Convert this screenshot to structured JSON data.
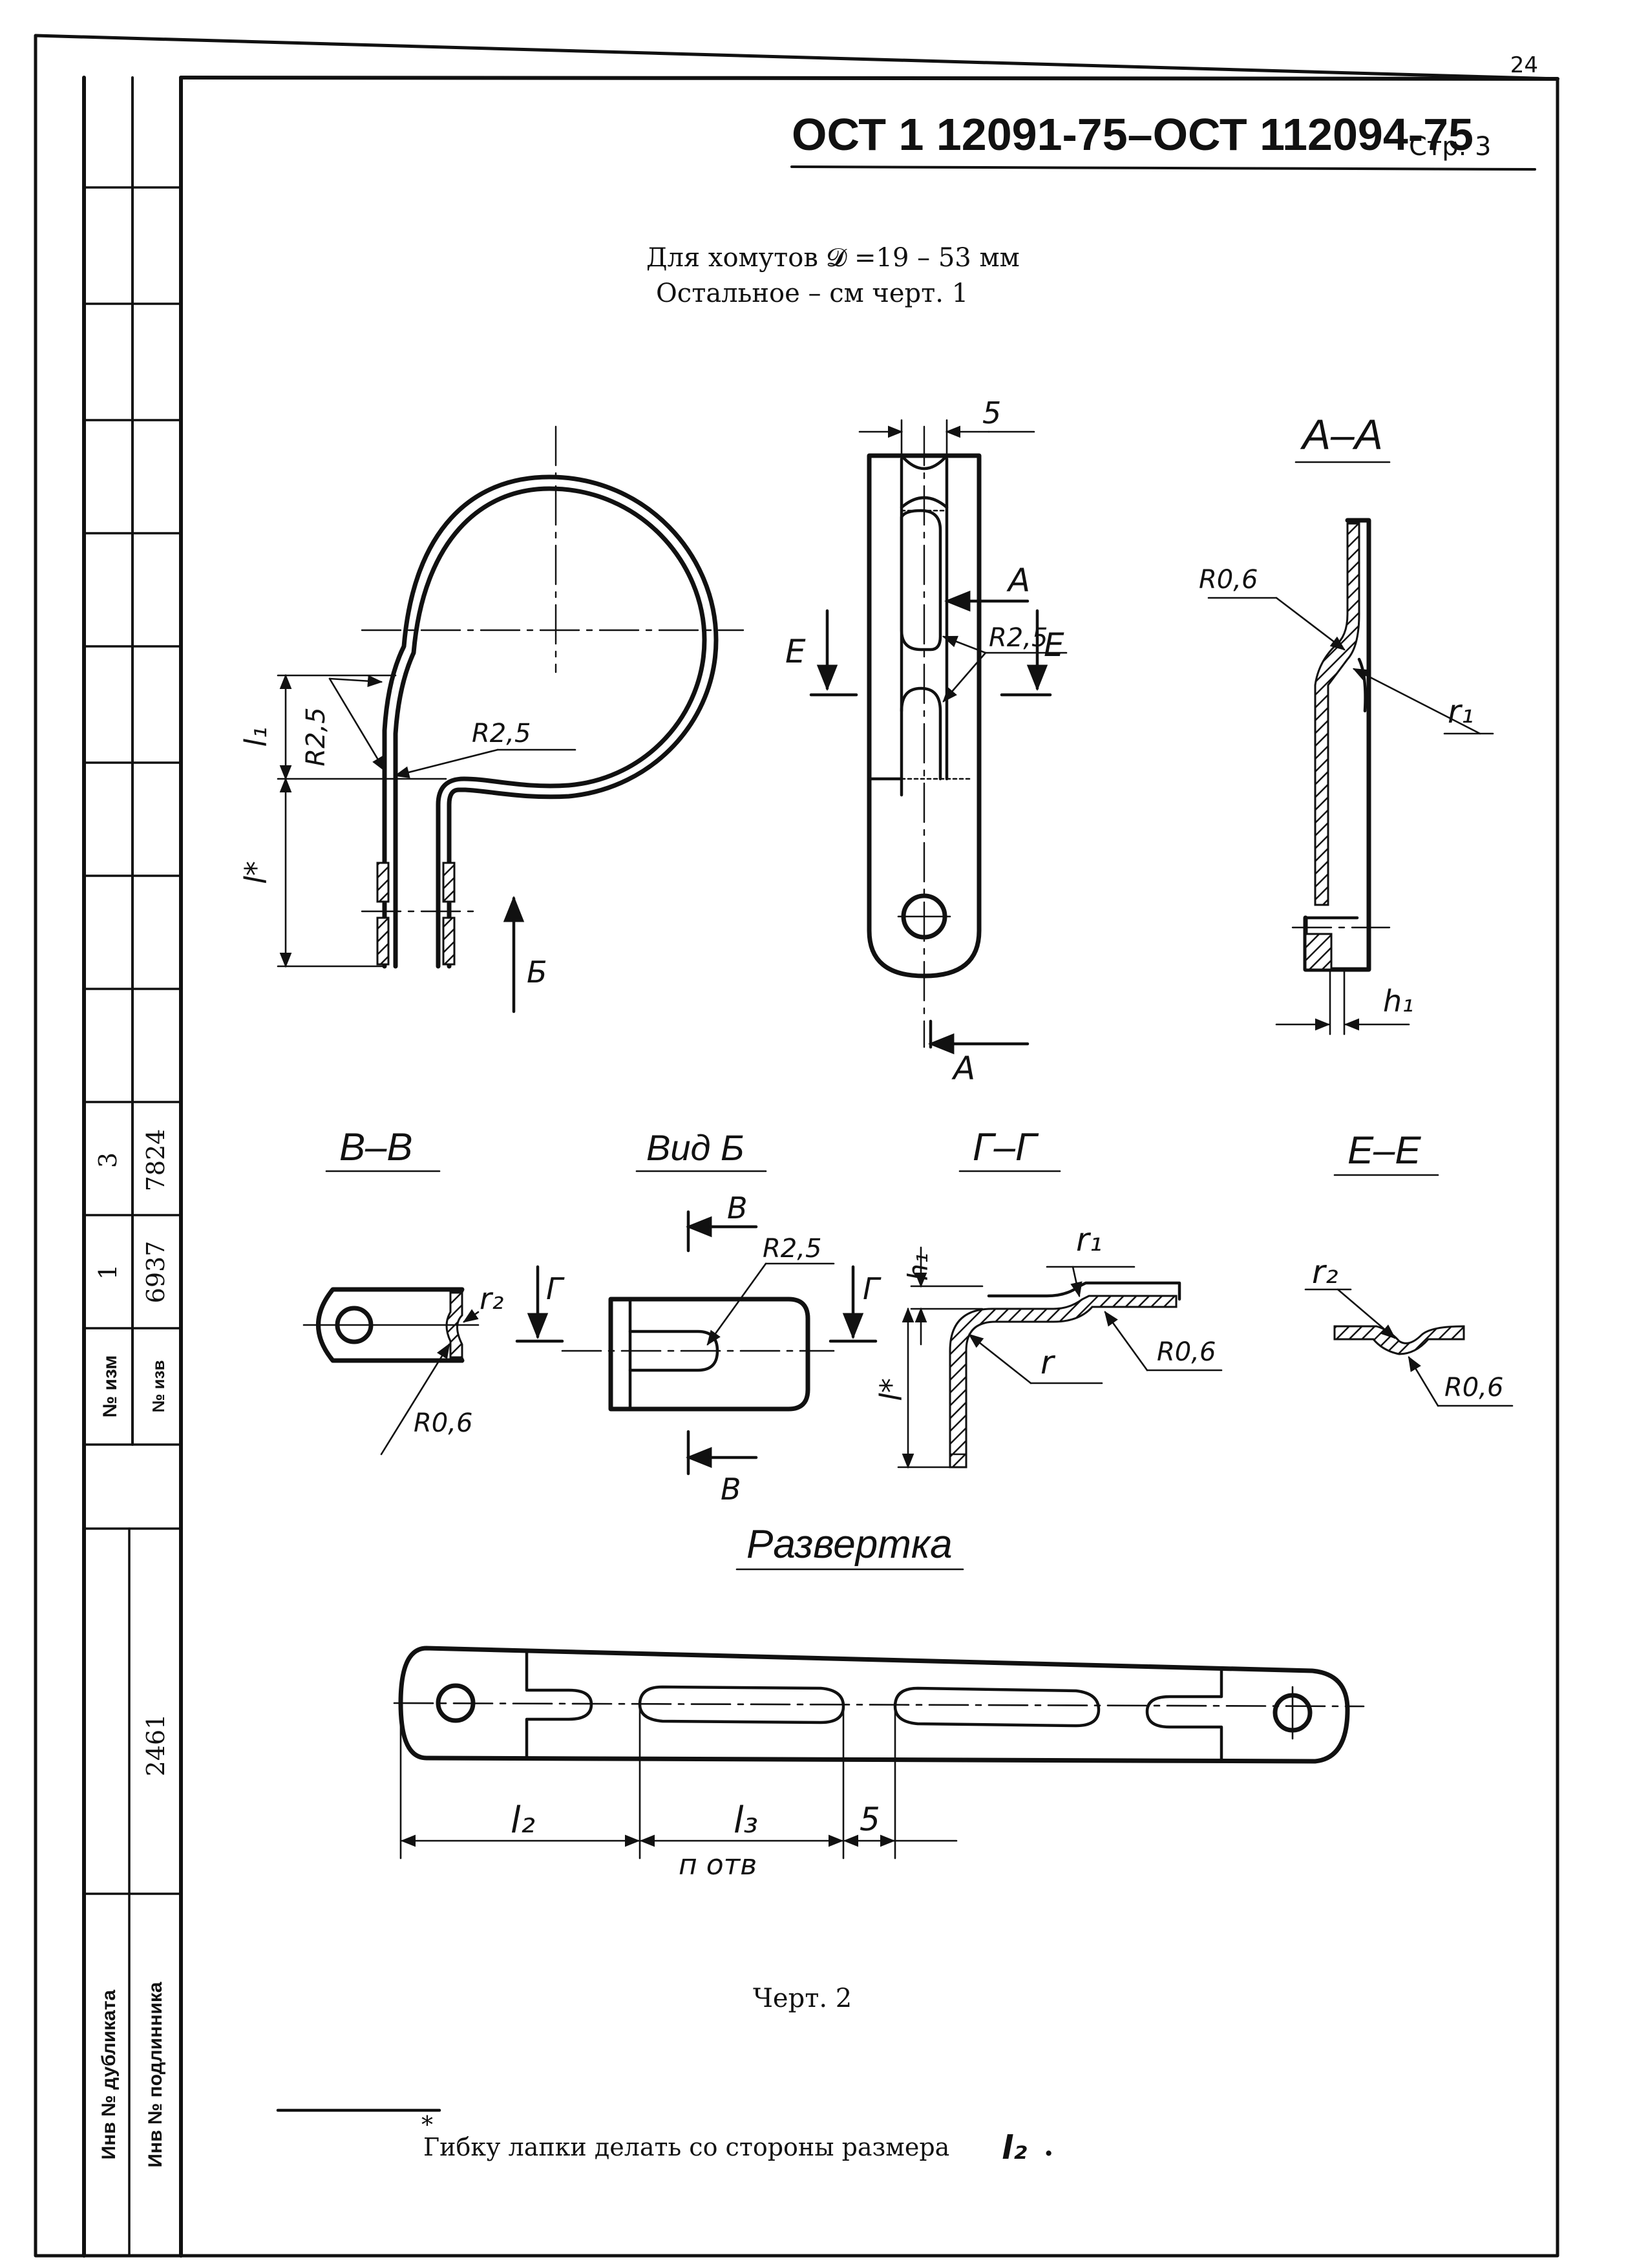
{
  "page_number": "24",
  "header": {
    "standard": "ОСТ 1 12091-75–ОСТ 112094-75",
    "page_label": "Стр. 3"
  },
  "note_top": {
    "line1": "Для хомутов 𝓓 =19 – 53 мм",
    "line2": "Остальное – см черт. 1"
  },
  "views": {
    "view_aa": "А–А",
    "view_vv": "В–В",
    "view_b": "Вид Б",
    "view_gg": "Г–Г",
    "view_ee": "Е–Е",
    "razvertka": "Развертка"
  },
  "dimensions": {
    "d5_top": "5",
    "r25_a": "R2,5",
    "r25_b": "R2,5",
    "r25_c": "R2,5",
    "r25_d": "R2,5",
    "l1": "l₁",
    "lstar": "l*",
    "lstar2": "l*",
    "r06_a": "R0,6",
    "r06_b": "R0,6",
    "r06_c": "R0,6",
    "r06_d": "R0,6",
    "r1_a": "r₁",
    "r1_b": "r₁",
    "r2_a": "r₂",
    "r2_b": "r₂",
    "r": "r",
    "h1_a": "h₁",
    "h1_b": "h₁",
    "l2": "l₂",
    "l3": "l₃",
    "d5_bottom": "5",
    "potv": "п отв"
  },
  "section_marks": {
    "a_top": "А",
    "a_bottom": "А",
    "e_left": "Е",
    "e_right": "Е",
    "b_arrow": "Б",
    "g_left": "Г",
    "g_right": "Г",
    "v_top": "В",
    "v_bottom": "В"
  },
  "caption": "Черт. 2",
  "footnote": "Гибку лапки делать со стороны размера",
  "footnote_ref": "l₂",
  "footnote_tail": ".",
  "footnote_mark": "*",
  "side_stamp": {
    "col1_top": "3",
    "col2_top": "7824",
    "col1_mid": "1",
    "col2_mid": "6937",
    "label_izm": "№ изм",
    "label_izv": "№ изв",
    "inv_dup_value": "2461",
    "label_inv_dup": "Инв № дубликата",
    "label_inv_orig": "Инв № подлинника"
  }
}
